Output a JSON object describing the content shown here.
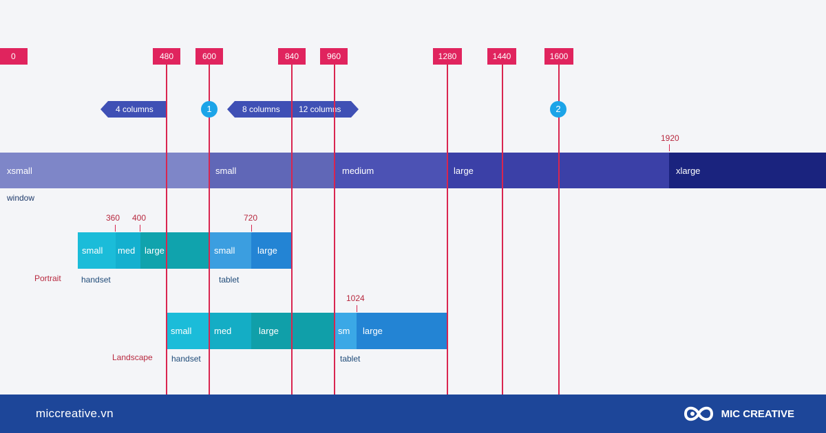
{
  "breakpoints": [
    "0",
    "480",
    "600",
    "840",
    "960",
    "1280",
    "1440",
    "1600"
  ],
  "pills": {
    "left": "4 columns",
    "mid": "8 columns",
    "right": "12 columns"
  },
  "badges": [
    "1",
    "2"
  ],
  "window": {
    "marker": "1920",
    "segments": [
      "xsmall",
      "small",
      "medium",
      "large",
      "xlarge"
    ],
    "caption": "window"
  },
  "portrait": {
    "label": "Portrait",
    "markers": [
      "360",
      "400",
      "720"
    ],
    "segments": [
      "small",
      "med",
      "large",
      "small",
      "large"
    ],
    "captions": [
      "handset",
      "tablet"
    ]
  },
  "landscape": {
    "label": "Landscape",
    "marker": "1024",
    "segments": [
      "small",
      "med",
      "large",
      "sm",
      "large"
    ],
    "captions": [
      "handset",
      "tablet"
    ]
  },
  "footer": {
    "url": "miccreative.vn",
    "brand": "MIC CREATIVE"
  },
  "colors": {
    "accent_red": "#e0245e",
    "line_red": "#d9254f",
    "badge_blue": "#1ca4e8",
    "pill_indigo": "#3f50b5",
    "footer_blue": "#1d4699"
  }
}
